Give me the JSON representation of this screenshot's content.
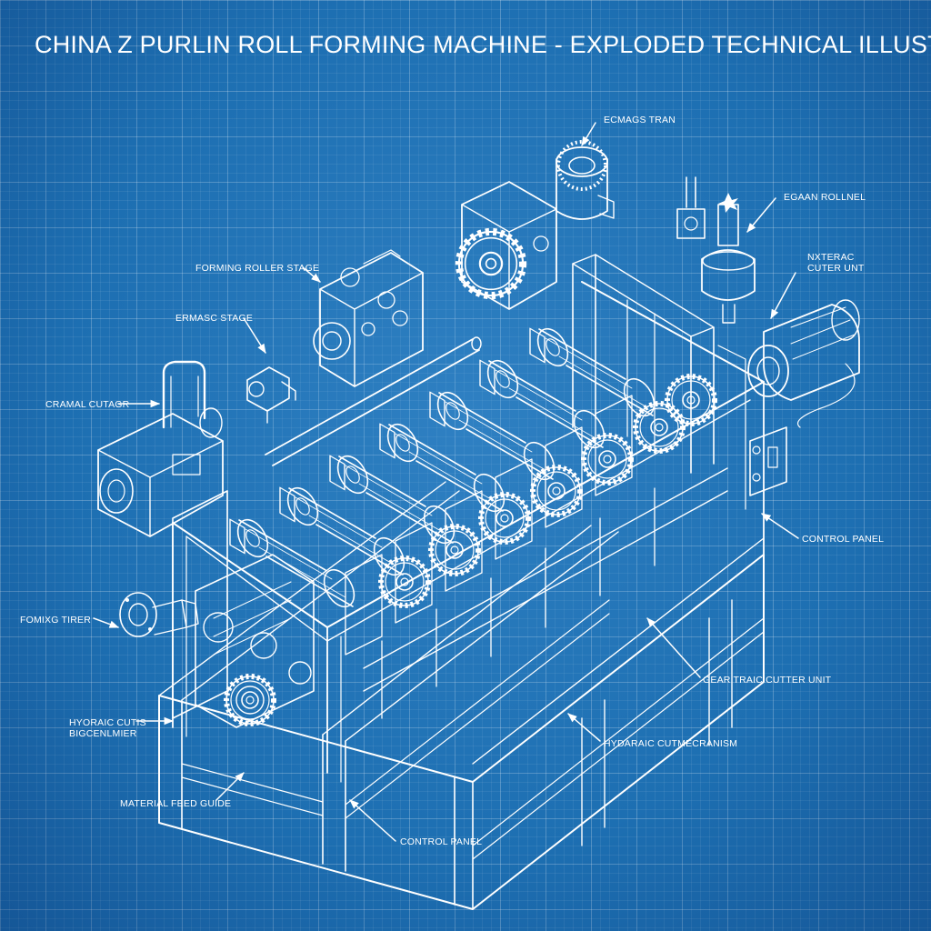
{
  "title": "CHINA Z PURLIN ROLL FORMING MACHINE - EXPLODED TECHNICAL ILLUSTRATION",
  "colors": {
    "background": "#1d6fb2",
    "linework": "#ffffff"
  },
  "labels": {
    "top_component": "ECMAGS TRAN",
    "roller_component": "EGAAN ROLLNEL",
    "cutter_unit": {
      "line1": "NXTERAC",
      "line2": "CUTER UNT"
    },
    "forming_roller_stage": "FORMING ROLLER STAGE",
    "ermasc_stage": "ERMASC STAGE",
    "cramal_cutagr": "CRAMAL CUTAGR",
    "control_panel_right": "CONTROL PANEL",
    "fomixg_tirer": "FOMIXG TIRER",
    "gear_traic_cutter_unit": "GEAR TRAIC CUTTER UNIT",
    "hydaraic_cutmechanism": "HYDARAIC CUTMECRANISM",
    "hyoraic_cutis": {
      "line1": "HYORAIC CUTIS",
      "line2": "BIGCENLMIER"
    },
    "material_feed_guide": "MATERIAL FEED GUIDE",
    "control_panel_bottom": "CONTROL PANEL"
  }
}
